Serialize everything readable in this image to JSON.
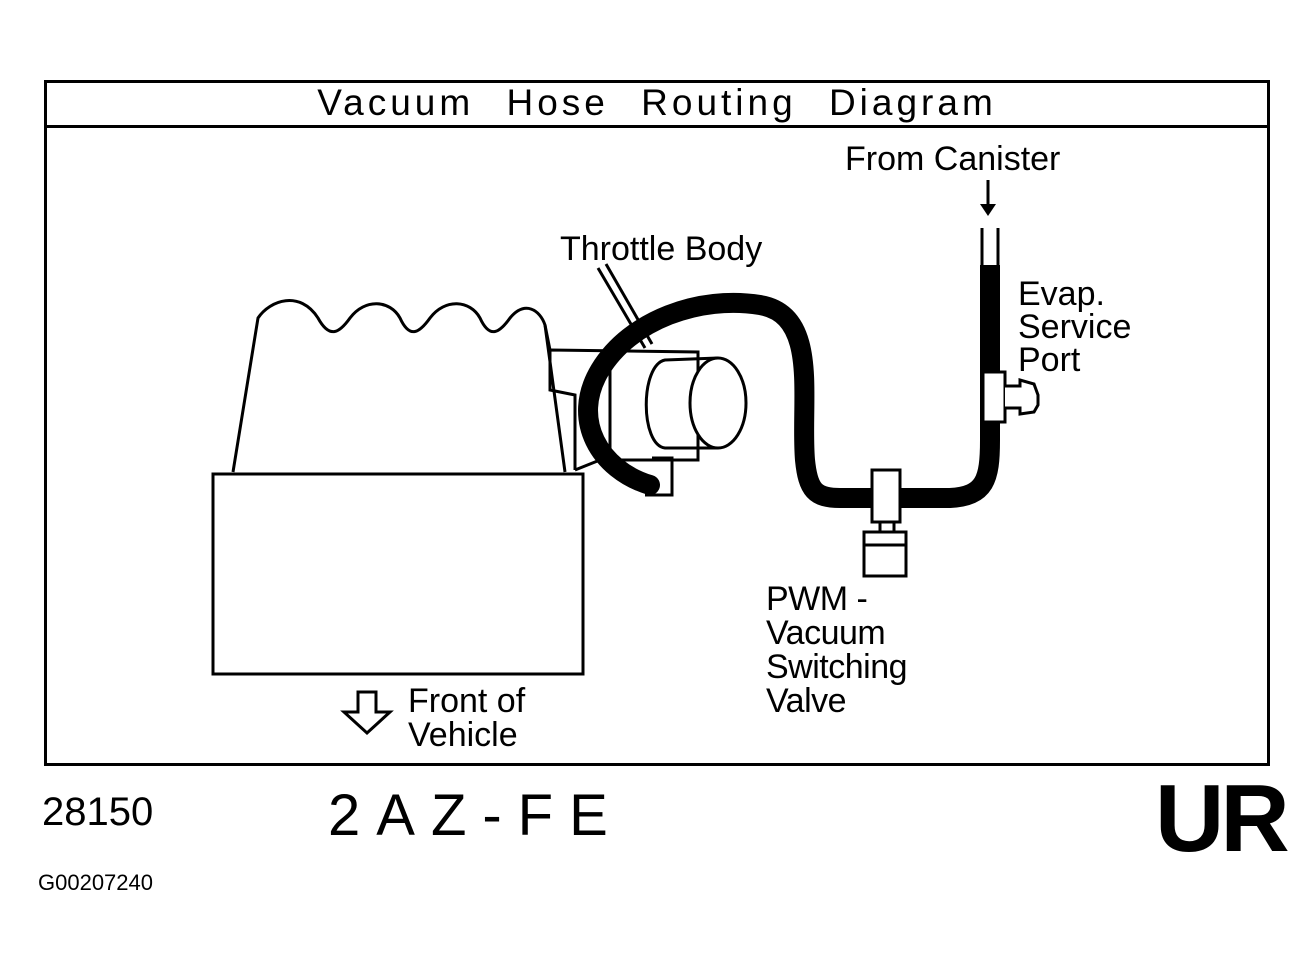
{
  "title": "Vacuum Hose Routing Diagram",
  "labels": {
    "from_canister": "From Canister",
    "throttle_body": "Throttle Body",
    "evap_service_port": "Evap.\nService\nPort",
    "pwm_vsv": "PWM -\nVacuum\nSwitching\nValve",
    "front_of_vehicle": "Front of\nVehicle"
  },
  "footer": {
    "code": "28150",
    "engine": "2AZ-FE",
    "corner": "UR",
    "figure_id": "G00207240"
  }
}
